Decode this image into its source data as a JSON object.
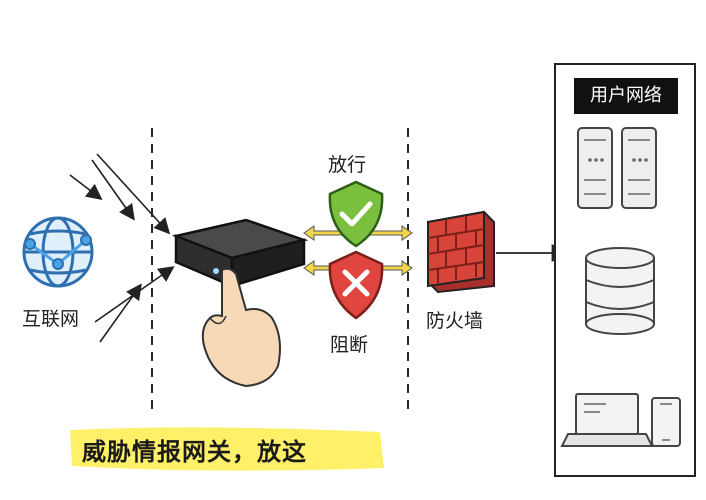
{
  "labels": {
    "internet": "互联网",
    "allow": "放行",
    "block": "阻断",
    "firewall": "防火墙",
    "user_network": "用户网络",
    "caption": "威胁情报网关，放这"
  },
  "colors": {
    "allow_shield": "#7bbf3f",
    "block_shield": "#e0463f",
    "arrow_yellow": "#f2d64a",
    "firewall_brick": "#d8433a",
    "globe": "#4aa3e8",
    "highlight": "#fff06a"
  },
  "icons": [
    "globe-icon",
    "gateway-device-icon",
    "hand-icon",
    "check-shield-icon",
    "x-shield-icon",
    "firewall-icon",
    "server-icon",
    "database-icon",
    "laptop-icon",
    "phone-icon"
  ]
}
